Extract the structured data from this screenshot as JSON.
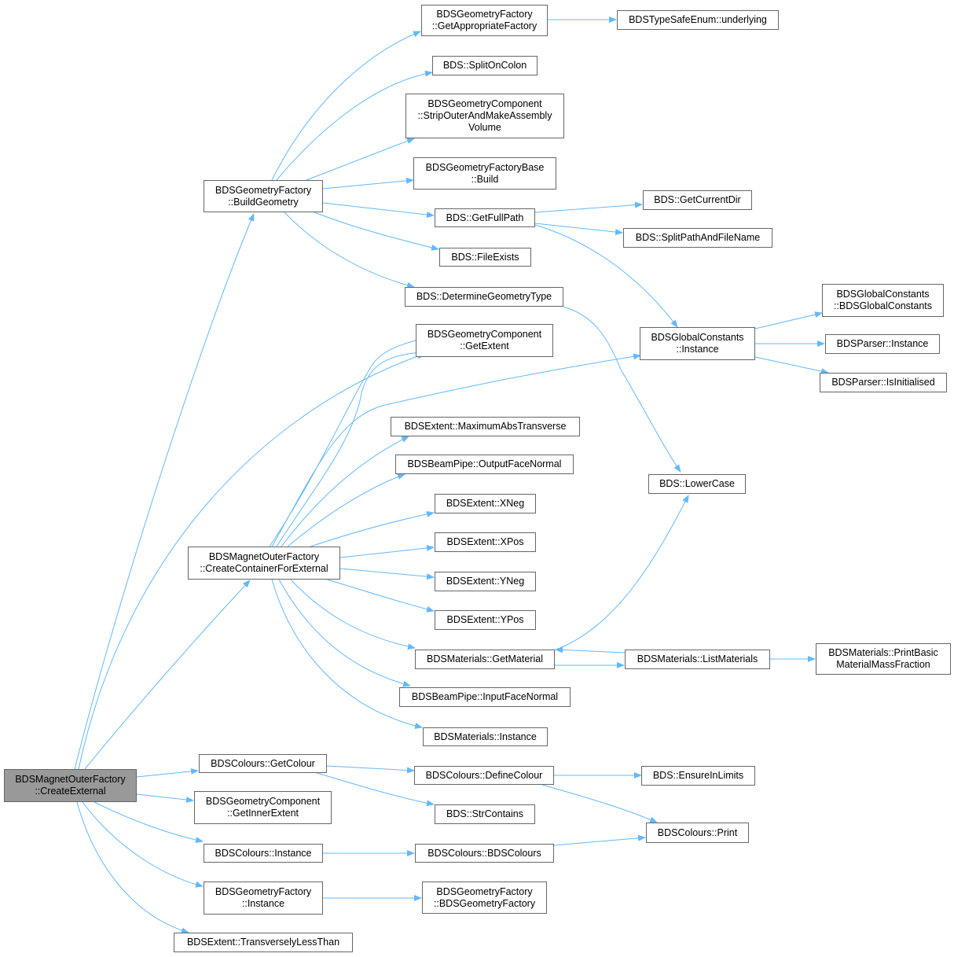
{
  "colors": {
    "edge": "#63b8ff",
    "node_border": "#666666",
    "root_fill": "#999999",
    "node_fill": "#ffffff"
  },
  "nodes": [
    {
      "id": "root",
      "label": [
        "BDSMagnetOuterFactory",
        "::CreateExternal"
      ],
      "root": true
    },
    {
      "id": "gf_buildgeom",
      "label": [
        "BDSGeometryFactory",
        "::BuildGeometry"
      ]
    },
    {
      "id": "mof_container",
      "label": [
        "BDSMagnetOuterFactory",
        "::CreateContainerForExternal"
      ]
    },
    {
      "id": "gc_getextent",
      "label": [
        "BDSGeometryComponent",
        "::GetExtent"
      ]
    },
    {
      "id": "glob_instance",
      "label": [
        "BDSGlobalConstants",
        "::Instance"
      ]
    },
    {
      "id": "col_getcolour",
      "label": [
        "BDSColours::GetColour"
      ]
    },
    {
      "id": "gc_getinnerextent",
      "label": [
        "BDSGeometryComponent",
        "::GetInnerExtent"
      ]
    },
    {
      "id": "col_instance",
      "label": [
        "BDSColours::Instance"
      ]
    },
    {
      "id": "gf_instance",
      "label": [
        "BDSGeometryFactory",
        "::Instance"
      ]
    },
    {
      "id": "ext_transless",
      "label": [
        "BDSExtent::TransverselyLessThan"
      ]
    },
    {
      "id": "gf_getapprop",
      "label": [
        "BDSGeometryFactory",
        "::GetAppropriateFactory"
      ]
    },
    {
      "id": "splitoncolon",
      "label": [
        "BDS::SplitOnColon"
      ]
    },
    {
      "id": "gc_strip",
      "label": [
        "BDSGeometryComponent",
        "::StripOuterAndMakeAssembly",
        "Volume"
      ]
    },
    {
      "id": "gfb_build",
      "label": [
        "BDSGeometryFactoryBase",
        "::Build"
      ]
    },
    {
      "id": "getfullpath",
      "label": [
        "BDS::GetFullPath"
      ]
    },
    {
      "id": "fileexists",
      "label": [
        "BDS::FileExists"
      ]
    },
    {
      "id": "detgeomtype",
      "label": [
        "BDS::DetermineGeometryType"
      ]
    },
    {
      "id": "tse_underlying",
      "label": [
        "BDSTypeSafeEnum::underlying"
      ]
    },
    {
      "id": "getcurrentdir",
      "label": [
        "BDS::GetCurrentDir"
      ]
    },
    {
      "id": "splitpath",
      "label": [
        "BDS::SplitPathAndFileName"
      ]
    },
    {
      "id": "lowercase",
      "label": [
        "BDS::LowerCase"
      ]
    },
    {
      "id": "glob_ctor",
      "label": [
        "BDSGlobalConstants",
        "::BDSGlobalConstants"
      ]
    },
    {
      "id": "parser_instance",
      "label": [
        "BDSParser::Instance"
      ]
    },
    {
      "id": "parser_isinit",
      "label": [
        "BDSParser::IsInitialised"
      ]
    },
    {
      "id": "ext_maxabstrans",
      "label": [
        "BDSExtent::MaximumAbsTransverse"
      ]
    },
    {
      "id": "bp_outputface",
      "label": [
        "BDSBeamPipe::OutputFaceNormal"
      ]
    },
    {
      "id": "ext_xneg",
      "label": [
        "BDSExtent::XNeg"
      ]
    },
    {
      "id": "ext_xpos",
      "label": [
        "BDSExtent::XPos"
      ]
    },
    {
      "id": "ext_yneg",
      "label": [
        "BDSExtent::YNeg"
      ]
    },
    {
      "id": "ext_ypos",
      "label": [
        "BDSExtent::YPos"
      ]
    },
    {
      "id": "mat_getmaterial",
      "label": [
        "BDSMaterials::GetMaterial"
      ]
    },
    {
      "id": "bp_inputface",
      "label": [
        "BDSBeamPipe::InputFaceNormal"
      ]
    },
    {
      "id": "mat_instance",
      "label": [
        "BDSMaterials::Instance"
      ]
    },
    {
      "id": "mat_list",
      "label": [
        "BDSMaterials::ListMaterials"
      ]
    },
    {
      "id": "mat_printbasic",
      "label": [
        "BDSMaterials::PrintBasic",
        "MaterialMassFraction"
      ]
    },
    {
      "id": "col_define",
      "label": [
        "BDSColours::DefineColour"
      ]
    },
    {
      "id": "strcontains",
      "label": [
        "BDS::StrContains"
      ]
    },
    {
      "id": "ensureinlimits",
      "label": [
        "BDS::EnsureInLimits"
      ]
    },
    {
      "id": "col_print",
      "label": [
        "BDSColours::Print"
      ]
    },
    {
      "id": "col_ctor",
      "label": [
        "BDSColours::BDSColours"
      ]
    },
    {
      "id": "gf_ctor",
      "label": [
        "BDSGeometryFactory",
        "::BDSGeometryFactory"
      ]
    }
  ]
}
